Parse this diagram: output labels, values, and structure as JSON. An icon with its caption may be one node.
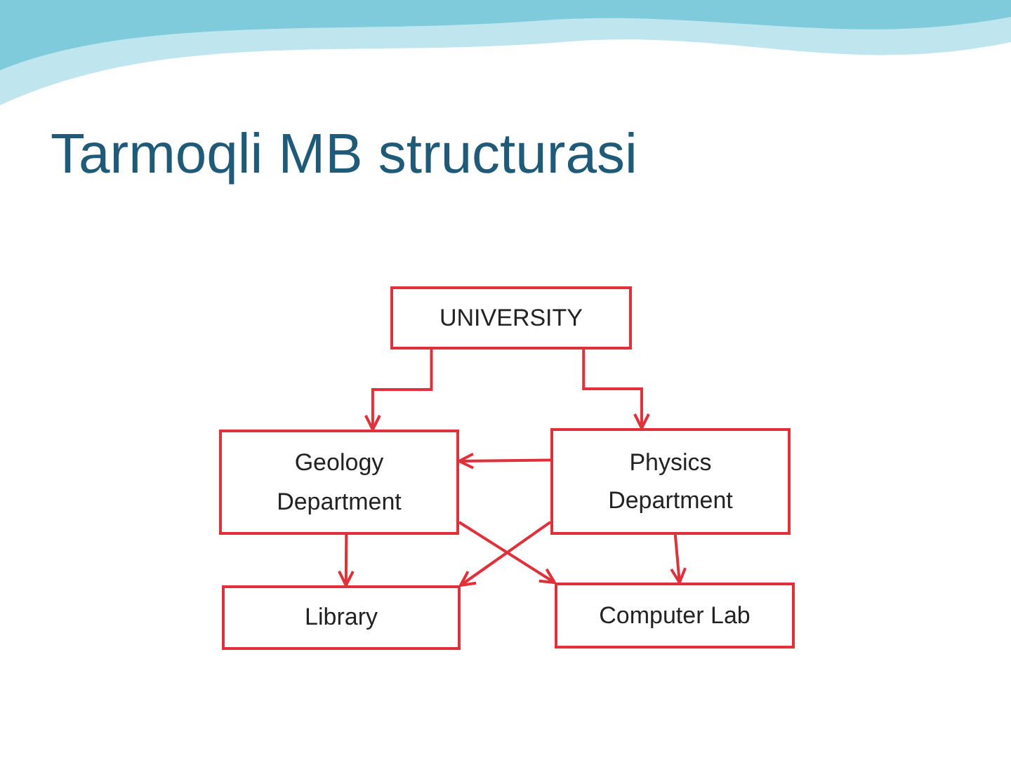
{
  "diagram": {
    "title": "Tarmoqli MB structurasi",
    "nodes": [
      {
        "text": [
          "UNIVERSITY"
        ]
      },
      {
        "text": [
          "Geology Department"
        ]
      },
      {
        "text": [
          "Physics Department"
        ]
      },
      {
        "text": [
          "Library"
        ]
      },
      {
        "text": [
          "Computer Lab"
        ]
      }
    ],
    "edges": [
      {
        "from": 0,
        "to": 1,
        "arrow": "to"
      },
      {
        "from": 0,
        "to": 2,
        "arrow": "to"
      },
      {
        "from": 2,
        "to": 1,
        "arrow": "to"
      },
      {
        "from": 1,
        "to": 3,
        "arrow": "to"
      },
      {
        "from": 1,
        "to": 4,
        "arrow": "to"
      },
      {
        "from": 2,
        "to": 3,
        "arrow": "to"
      },
      {
        "from": 2,
        "to": 4,
        "arrow": "to"
      }
    ]
  }
}
